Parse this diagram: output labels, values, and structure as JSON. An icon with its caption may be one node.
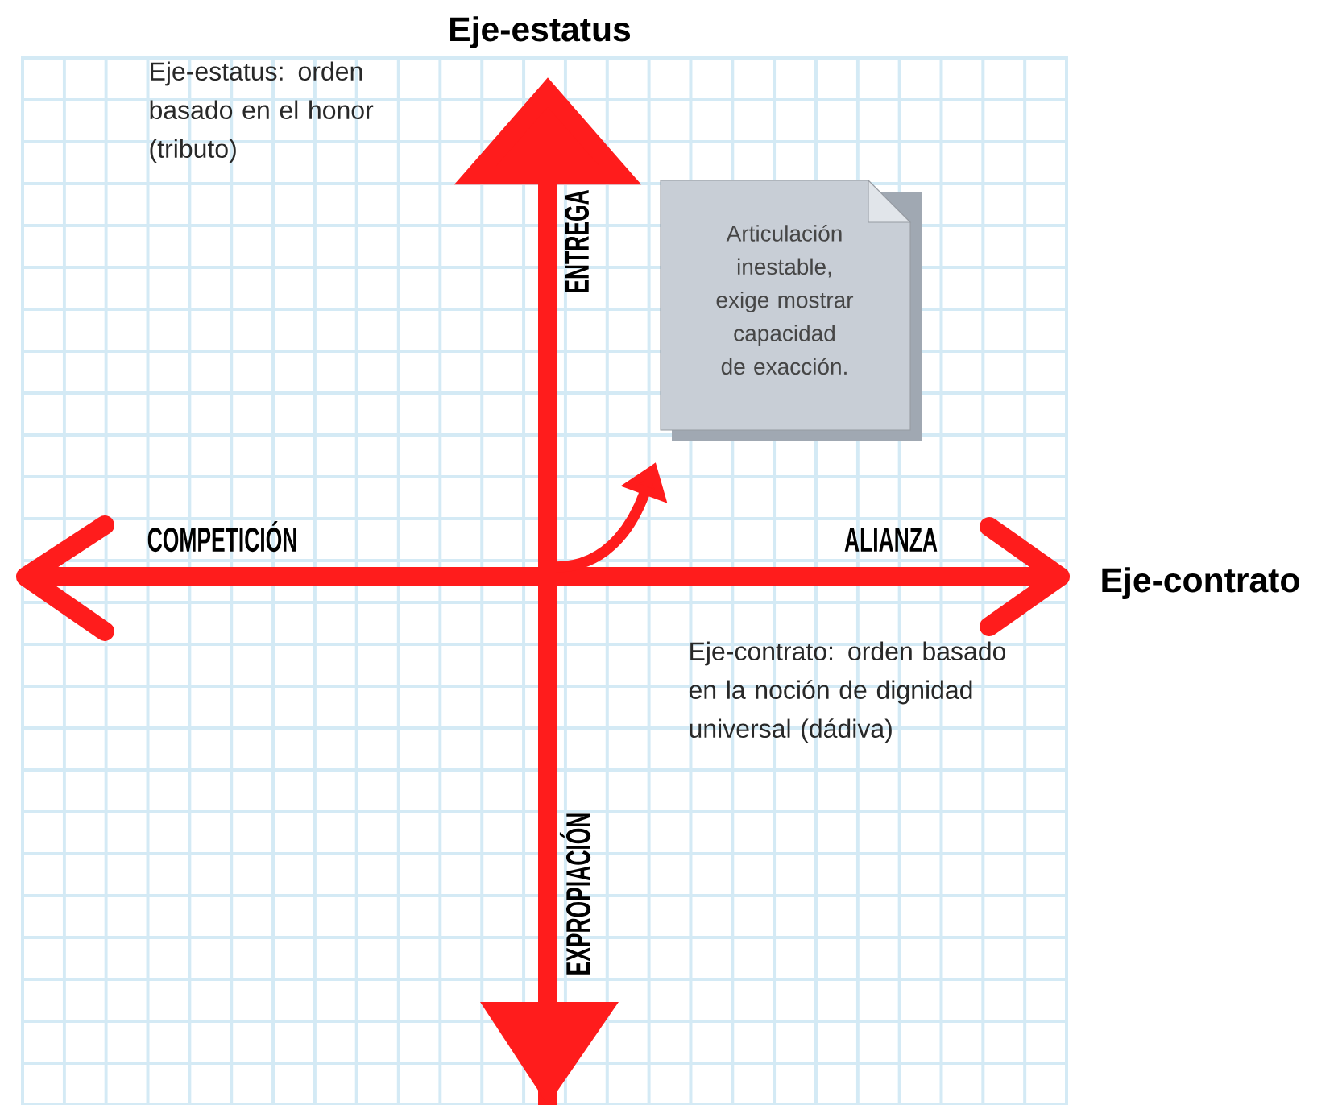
{
  "diagram": {
    "nodes": [
      {
        "text": [
          "Articulación inestable, exige mostrar capacidad de exacción."
        ]
      }
    ],
    "labels": [
      "Eje-estatus",
      "Eje-estatus: orden basado en el honor (tributo)",
      "ENTREGA",
      "COMPETICIÓN",
      "ALIANZA",
      "Eje-contrato",
      "Eje-contrato: orden basado en la noción de dignidad universal (dádiva)",
      "EXPROPIACIÓN"
    ]
  }
}
